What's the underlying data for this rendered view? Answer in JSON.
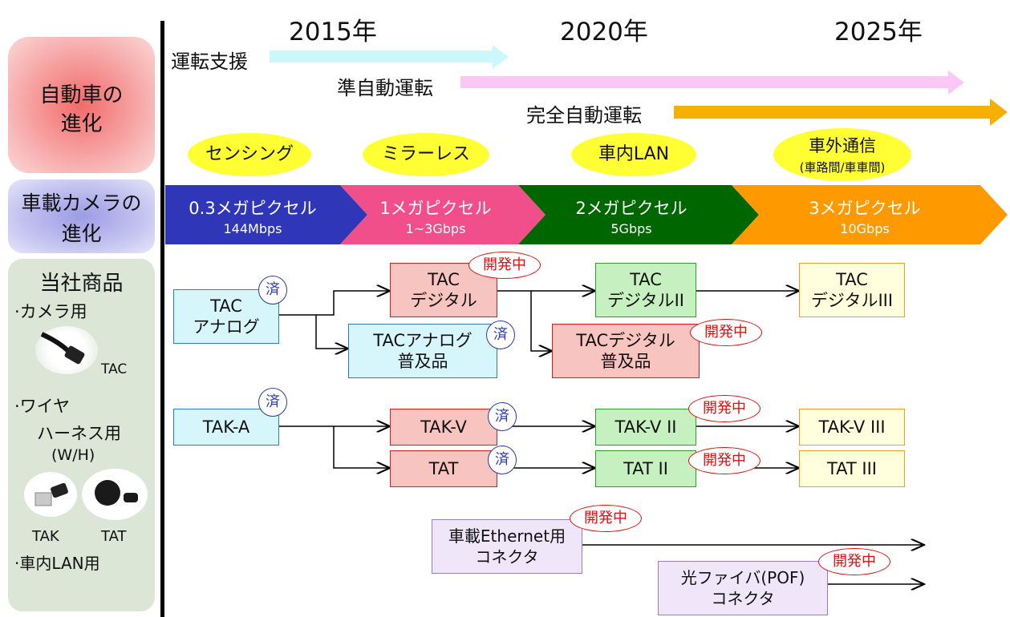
{
  "years": [
    "2015年",
    "2020年",
    "2025年"
  ],
  "left_panels": {
    "car_evolution": [
      "自動車の",
      "進化"
    ],
    "camera_evolution": [
      "車載カメラの",
      "進化"
    ],
    "products": {
      "title": "当社商品",
      "camera_use": "·カメラ用",
      "tac_label": "TAC",
      "wire_use_1": "·ワイヤ",
      "wire_use_2": "ハーネス用",
      "wire_use_3": "(W/H)",
      "tak_label": "TAK",
      "tat_label": "TAT",
      "lan_use": "·車内LAN用"
    }
  },
  "car_arrows": [
    {
      "label": "運転支援",
      "color": "#ccf8fb"
    },
    {
      "label": "準自動運転",
      "color": "#fcc6f6"
    },
    {
      "label": "完全自動運転",
      "color": "#f5b000"
    }
  ],
  "themes": [
    "センシング",
    "ミラーレス",
    "車内LAN",
    "車外通信",
    "(車路間/車車間)"
  ],
  "camera_stages": [
    {
      "pixels": "0.3メガピクセル",
      "speed": "144Mbps",
      "color": "#2f36b8"
    },
    {
      "pixels": "1メガピクセル",
      "speed": "1~3Gbps",
      "color": "#f04f8a"
    },
    {
      "pixels": "2メガピクセル",
      "speed": "5Gbps",
      "color": "#006600"
    },
    {
      "pixels": "3メガピクセル",
      "speed": "10Gbps",
      "color": "#ff9900"
    }
  ],
  "products": {
    "tac_analog": [
      "TAC",
      "アナログ"
    ],
    "tac_digital": [
      "TAC",
      "デジタル"
    ],
    "tac_analog_popular": [
      "TACアナログ",
      "普及品"
    ],
    "tac_digital_2": [
      "TAC",
      "デジタルII"
    ],
    "tac_digital_popular": [
      "TACデジタル",
      "普及品"
    ],
    "tac_digital_3": [
      "TAC",
      "デジタルIII"
    ],
    "tak_a": "TAK-A",
    "tak_v": "TAK-V",
    "tat": "TAT",
    "tak_v_2": "TAK-V II",
    "tat_2": "TAT II",
    "tak_v_3": "TAK-V III",
    "tat_3": "TAT III",
    "ethernet": [
      "車載Ethernet用",
      "コネクタ"
    ],
    "pof": [
      "光ファイバ(POF)",
      "コネクタ"
    ]
  },
  "badges": {
    "done": "済",
    "dev": "開発中"
  }
}
